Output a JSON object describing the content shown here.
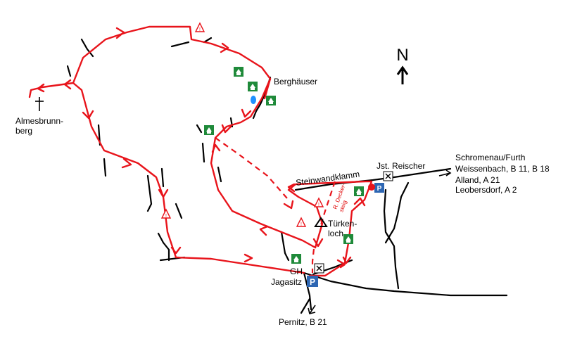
{
  "labels": {
    "almesbrunnberg_1": "Almesbrunn-",
    "almesbrunnberg_2": "berg",
    "berghauser": "Berghäuser",
    "steinwandklamm": "Steinwandklamm",
    "jst_reischer": "Jst. Reischer",
    "schromenau": "Schromenau/Furth",
    "weissenbach": "Weissenbach, B 11, B 18",
    "alland": "Alland, A 21",
    "leobersdorf": "Leobersdorf, A 2",
    "turkenloch_1": "Türken-",
    "turkenloch_2": "loch",
    "gh": "GH",
    "jagasitz": "Jagasitz",
    "pernitz": "Pernitz, B 21",
    "decker_1": "R. Decker-",
    "decker_2": "steig",
    "north": "N",
    "parking": "P"
  },
  "icons": [
    "north-arrow",
    "hut-icon",
    "parking-icon",
    "danger-icon",
    "restaurant-icon",
    "cross-icon",
    "cave-icon",
    "lake-icon"
  ],
  "colors": {
    "trail": "#e8141b",
    "hut": "#1f8a3a",
    "parking": "#2d66b3",
    "lake": "#1e90ff"
  }
}
